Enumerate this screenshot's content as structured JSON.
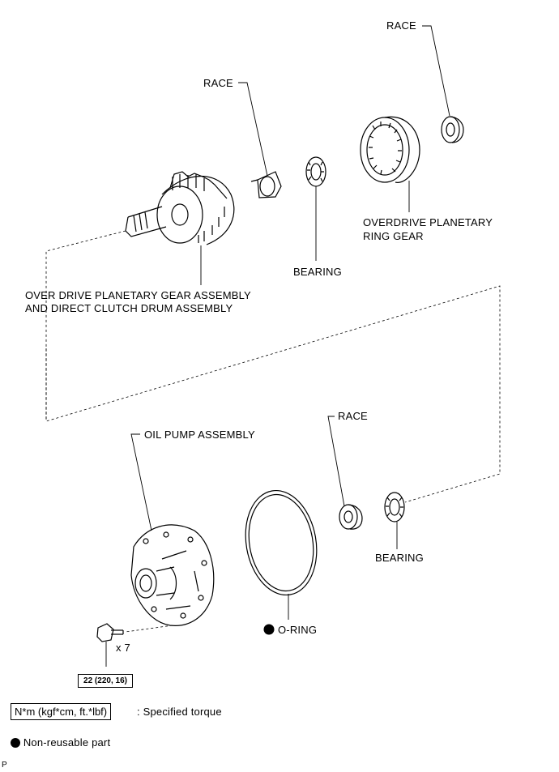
{
  "labels": {
    "race_top": "RACE",
    "race_mid": "RACE",
    "race_bottom": "RACE",
    "overdrive_ring_gear": [
      "OVERDRIVE PLANETARY",
      "RING GEAR"
    ],
    "bearing_top": "BEARING",
    "bearing_bottom": "BEARING",
    "planetary_assembly": [
      "OVER DRIVE PLANETARY GEAR ASSEMBLY",
      "AND DIRECT CLUTCH DRUM ASSEMBLY"
    ],
    "oil_pump": "OIL PUMP ASSEMBLY",
    "o_ring": "O-RING",
    "bolt_qty": "x 7",
    "torque_value": "22 (220, 16)"
  },
  "legend": {
    "torque_unit": "N*m (kgf*cm, ft.*lbf)",
    "torque_desc": ": Specified torque",
    "non_reusable": "Non-reusable part"
  },
  "footer_code": "P"
}
